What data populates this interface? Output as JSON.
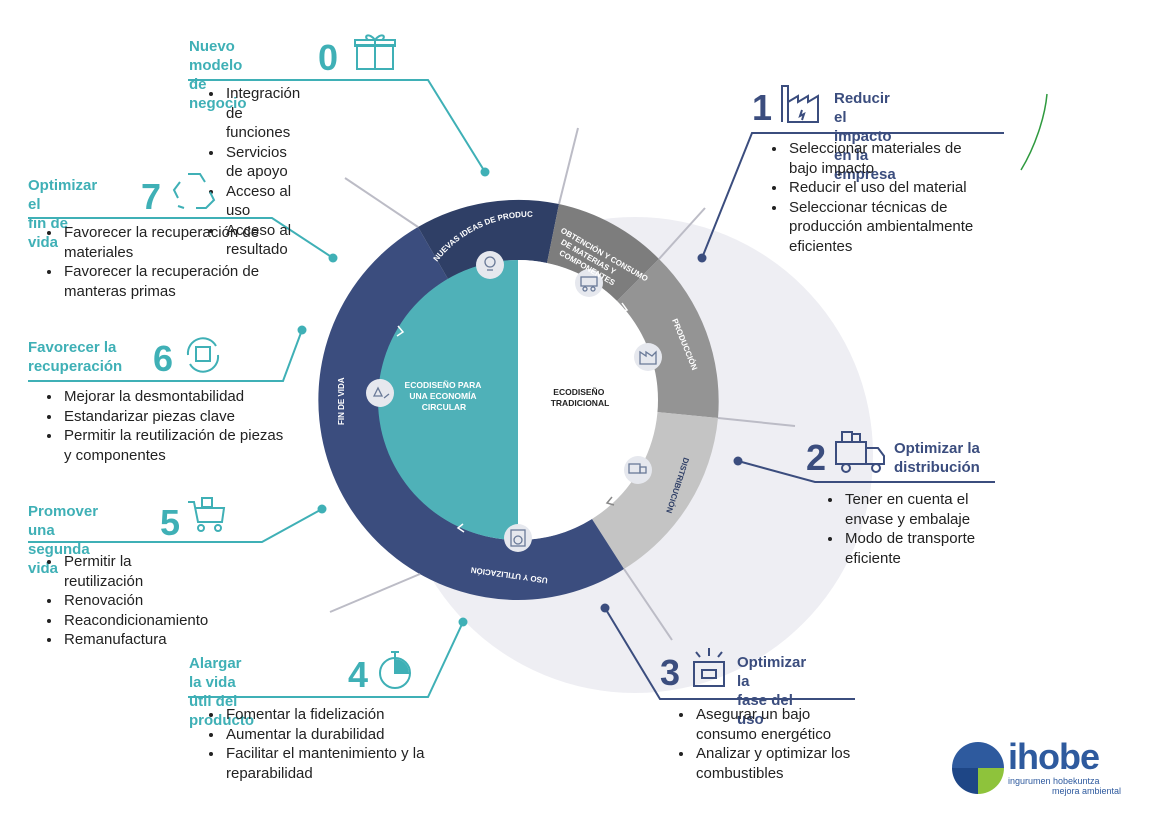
{
  "colors": {
    "teal": "#3fb0b6",
    "navy": "#2f3f66",
    "mid_navy": "#3b4d7e",
    "gray_dark": "#7a7a7a",
    "gray_mid": "#9a9a9a",
    "gray_light": "#c4c4c4",
    "halo": "#eeeef3",
    "logo_green": "#8ec33b",
    "logo_blue": "#2e5a9e"
  },
  "wheel": {
    "center_left": "ECODISEÑO PARA UNA ECONOMÍA CIRCULAR",
    "center_right": "ECODISEÑO TRADICIONAL",
    "segments": [
      {
        "key": "nuevas",
        "label": "NUEVAS IDEAS DE PRODUCTO",
        "icon": "lightbulb-icon"
      },
      {
        "key": "obtencion",
        "label": "OBTENCIÓN Y CONSUMO DE MATERIAS Y COMPONENTES",
        "icon": "mine-cart-icon"
      },
      {
        "key": "produccion",
        "label": "PRODUCCIÓN",
        "icon": "factory-icon"
      },
      {
        "key": "distribucion",
        "label": "DISTRIBUCIÓN",
        "icon": "delivery-truck-icon"
      },
      {
        "key": "uso",
        "label": "USO Y UTILIZACIÓN",
        "icon": "washing-machine-icon"
      },
      {
        "key": "fin",
        "label": "FIN DE VIDA",
        "icon": "recycle-icon"
      }
    ]
  },
  "panels": {
    "p0": {
      "number": "0",
      "title_1": "Nuevo modelo",
      "title_2": "de negocio",
      "icon": "gift-icon",
      "items": [
        "Integración de funciones",
        "Servicios de apoyo",
        "Acceso al uso",
        "Acceso al resultado"
      ]
    },
    "p1": {
      "number": "1",
      "title_1": "Reducir el impacto",
      "title_2": "en la empresa",
      "icon": "factory-icon",
      "items": [
        "Seleccionar materiales de bajo impacto",
        "Reducir el uso del material",
        "Seleccionar técnicas de producción ambientalmente eficientes"
      ]
    },
    "p2": {
      "number": "2",
      "title_1": "Optimizar la",
      "title_2": "distribución",
      "icon": "truck-icon",
      "items": [
        "Tener en cuenta el envase y embalaje",
        "Modo de transporte eficiente"
      ]
    },
    "p3": {
      "number": "3",
      "title_1": "Optimizar la",
      "title_2": "fase del uso",
      "icon": "lightbox-icon",
      "items": [
        "Asegurar un bajo consumo energético",
        "Analizar y optimizar los combustibles"
      ]
    },
    "p4": {
      "number": "4",
      "title_1": "Alargar la vida",
      "title_2": "útil del producto",
      "icon": "stopwatch-icon",
      "items": [
        "Fomentar la fidelización",
        "Aumentar la durabilidad",
        "Facilitar el mantenimiento y la reparabilidad"
      ]
    },
    "p5": {
      "number": "5",
      "title_1": "Promover una",
      "title_2": "segunda vida",
      "icon": "shopping-cart-icon",
      "items": [
        "Permitir la reutilización",
        "Renovación",
        "Reacondicionamiento",
        "Remanufactura"
      ]
    },
    "p6": {
      "number": "6",
      "title_1": "Favorecer la",
      "title_2": "recuperación",
      "icon": "box-cycle-icon",
      "items": [
        "Mejorar la desmontabilidad",
        "Estandarizar piezas clave",
        "Permitir la reutilización de piezas y componentes"
      ]
    },
    "p7": {
      "number": "7",
      "title_1": "Optimizar el",
      "title_2": "fin de vida",
      "icon": "recycle-icon",
      "items": [
        "Favorecer la recuperación de materiales",
        "Favorecer la recuperación de manteras primas"
      ]
    }
  },
  "logo": {
    "brand": "ihobe",
    "line1": "ingurumen hobekuntza",
    "line2": "mejora ambiental"
  }
}
